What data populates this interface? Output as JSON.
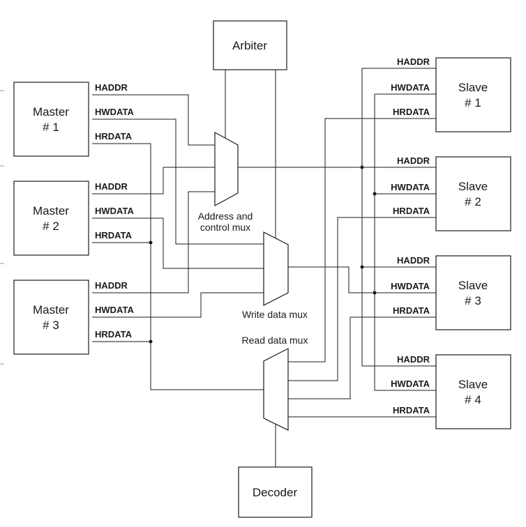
{
  "blocks": {
    "arbiter": "Arbiter",
    "decoder": "Decoder",
    "masters": [
      {
        "line1": "Master",
        "line2": "# 1"
      },
      {
        "line1": "Master",
        "line2": "# 2"
      },
      {
        "line1": "Master",
        "line2": "# 3"
      }
    ],
    "slaves": [
      {
        "line1": "Slave",
        "line2": "# 1"
      },
      {
        "line1": "Slave",
        "line2": "# 2"
      },
      {
        "line1": "Slave",
        "line2": "# 3"
      },
      {
        "line1": "Slave",
        "line2": "# 4"
      }
    ]
  },
  "signals": {
    "haddr": "HADDR",
    "hwdata": "HWDATA",
    "hrdata": "HRDATA"
  },
  "muxes": {
    "address_line1": "Address and",
    "address_line2": "control mux",
    "write": "Write data mux",
    "read": "Read data mux"
  }
}
